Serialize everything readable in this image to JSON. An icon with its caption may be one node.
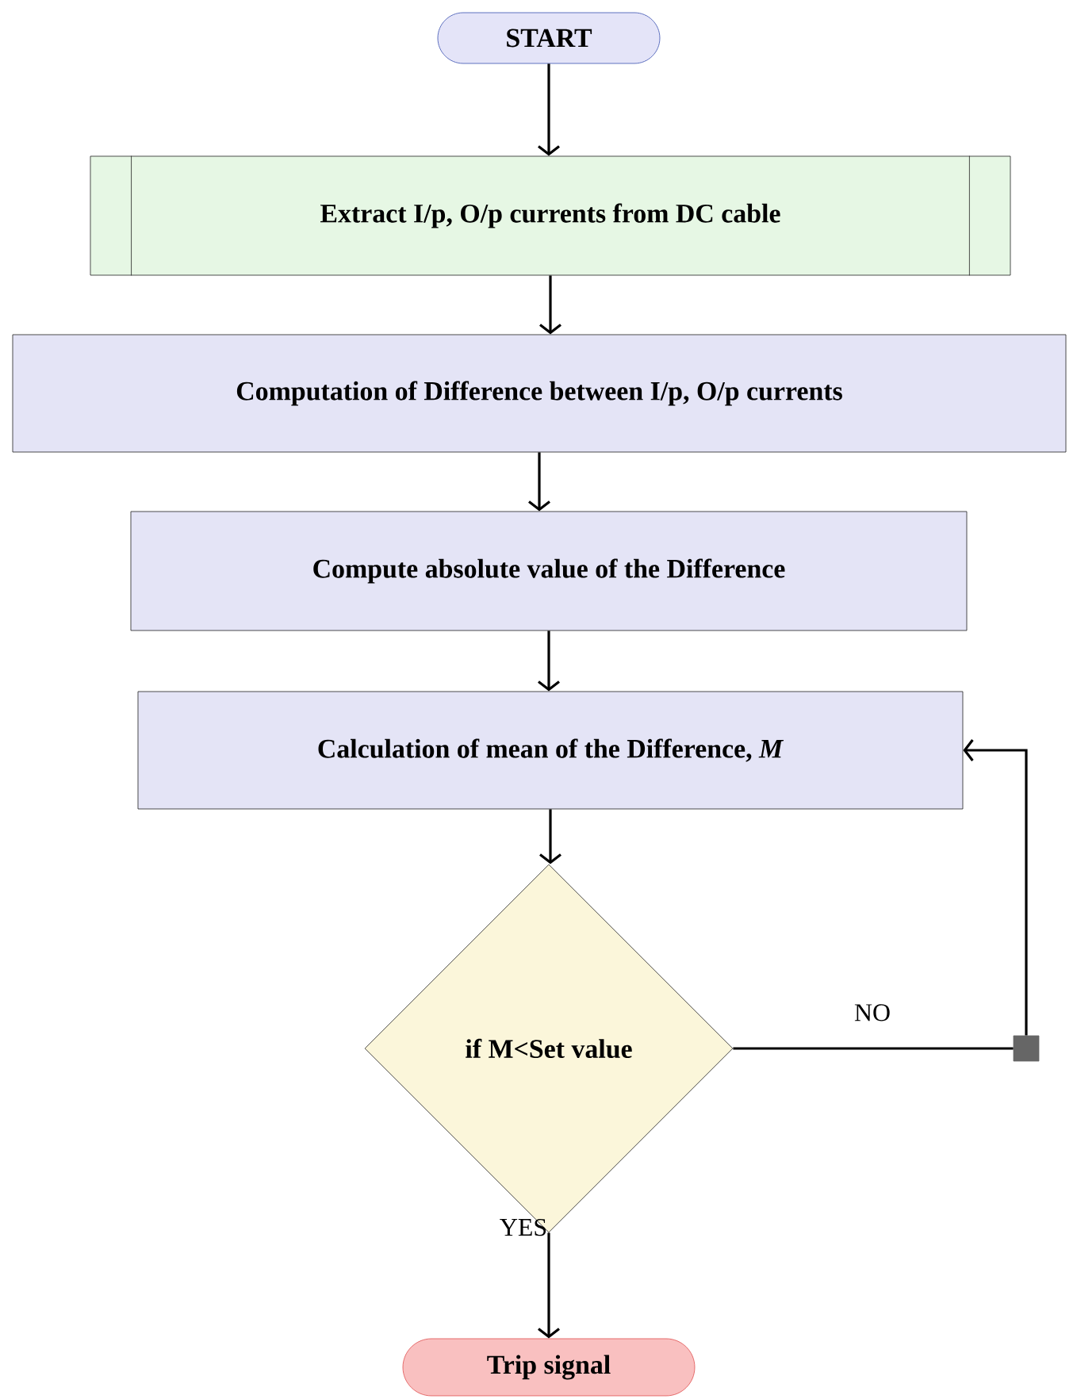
{
  "diagram": {
    "nodes": [
      {
        "text": [
          "START"
        ]
      },
      {
        "text": [
          "Extract I/p, O/p currents from DC cable"
        ]
      },
      {
        "text": [
          "Computation of Difference between I/p, O/p currents"
        ]
      },
      {
        "text": [
          "Compute absolute value of the Difference"
        ]
      },
      {
        "text": [
          "Calculation of mean of the Difference, *M*"
        ]
      },
      {
        "text": [
          "if M<Set value"
        ]
      },
      {
        "text": [],
        "shape": "box"
      },
      {
        "text": [
          "Trip signal"
        ]
      }
    ],
    "edges": [
      {
        "from": 0,
        "to": 1,
        "arrow": "to"
      },
      {
        "from": 1,
        "to": 2,
        "arrow": "to"
      },
      {
        "from": 2,
        "to": 3,
        "arrow": "to"
      },
      {
        "from": 3,
        "to": 4,
        "arrow": "to"
      },
      {
        "from": 4,
        "to": 5,
        "arrow": "to"
      },
      {
        "from": 5,
        "to": 6,
        "arrow": "none",
        "label": "NO"
      },
      {
        "from": 6,
        "to": 4,
        "arrow": "to"
      },
      {
        "from": 5,
        "to": 7,
        "arrow": "to",
        "label": "YES"
      }
    ]
  }
}
